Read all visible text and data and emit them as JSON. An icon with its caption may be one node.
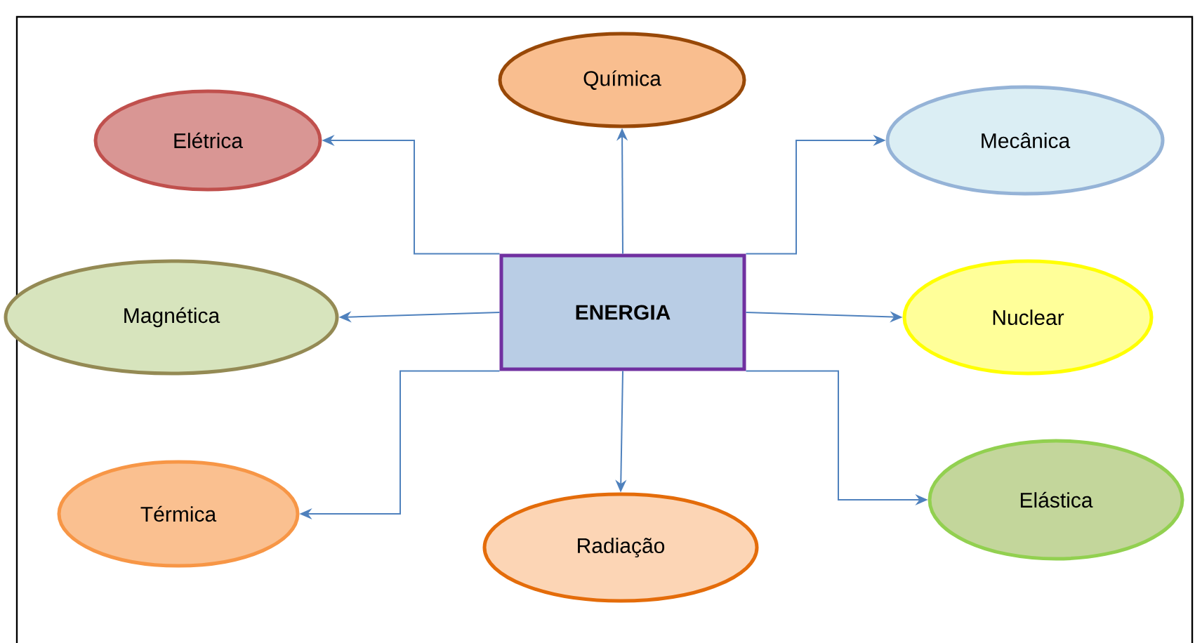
{
  "diagram": {
    "nodes": [
      {
        "text": [
          "ENERGIA"
        ]
      },
      {
        "text": [
          "Química"
        ]
      },
      {
        "text": [
          "Elétrica"
        ]
      },
      {
        "text": [
          "Mecânica"
        ]
      },
      {
        "text": [
          "Magnética"
        ]
      },
      {
        "text": [
          "Nuclear"
        ]
      },
      {
        "text": [
          "Térmica"
        ]
      },
      {
        "text": [
          "Radiação"
        ]
      },
      {
        "text": [
          "Elástica"
        ]
      }
    ],
    "edges": [
      {
        "from": 0,
        "to": 1,
        "arrow": "to"
      },
      {
        "from": 0,
        "to": 2,
        "arrow": "to"
      },
      {
        "from": 0,
        "to": 3,
        "arrow": "to"
      },
      {
        "from": 0,
        "to": 4,
        "arrow": "to"
      },
      {
        "from": 0,
        "to": 5,
        "arrow": "to"
      },
      {
        "from": 0,
        "to": 6,
        "arrow": "to"
      },
      {
        "from": 0,
        "to": 7,
        "arrow": "to"
      },
      {
        "from": 0,
        "to": 8,
        "arrow": "to"
      }
    ]
  }
}
